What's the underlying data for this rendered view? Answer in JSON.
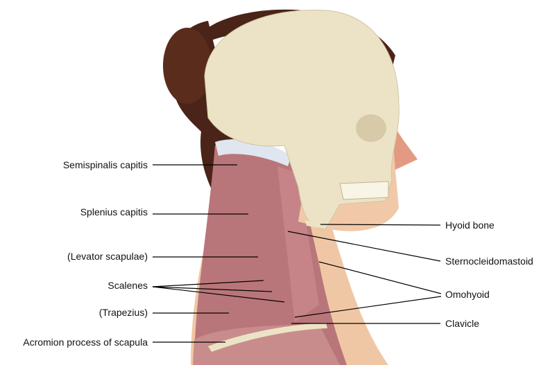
{
  "labels_left": [
    {
      "text": "Semispinalis capitis"
    },
    {
      "text": "Splenius capitis"
    },
    {
      "text": "(Levator scapulae)"
    },
    {
      "text": "Scalenes"
    },
    {
      "text": "(Trapezius)"
    },
    {
      "text": "Acromion process of scapula"
    }
  ],
  "labels_right": [
    {
      "text": "Hyoid bone"
    },
    {
      "text": "Sternocleidomastoid"
    },
    {
      "text": "Omohyoid"
    },
    {
      "text": "Clavicle"
    }
  ],
  "colors": {
    "hair": "#4a2418",
    "skull": "#ece3c6",
    "skin": "#f2c9a8",
    "muscle": "#b9767a",
    "tendon": "#dfe6ef",
    "line": "#000000"
  }
}
